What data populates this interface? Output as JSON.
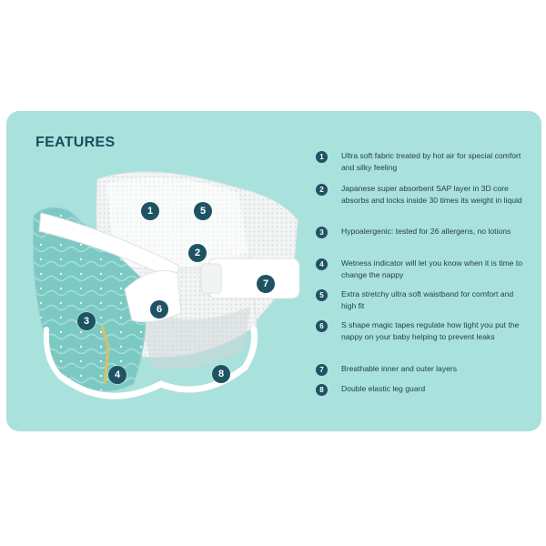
{
  "title": "FEATURES",
  "colors": {
    "panel": "#a9e1dc",
    "title": "#14515f",
    "badge": "#1e5363",
    "text": "#1f3f47"
  },
  "illustration": {
    "subject": "baby diaper (nappy)",
    "badges": [
      "1",
      "2",
      "3",
      "4",
      "5",
      "6",
      "7",
      "8"
    ]
  },
  "features": [
    {
      "num": "1",
      "text": "Ultra soft fabric treated by hot air for special comfort and silky feeling"
    },
    {
      "num": "2",
      "text": "Japanese super absorbent SAP layer in 3D core absorbs and locks inside 30 times its weight in liquid"
    },
    {
      "num": "3",
      "text": "Hypoalergenic: tested for 26 allergens, no lotions"
    },
    {
      "num": "4",
      "text": "Wetness indicator will let you know when it is time to change the nappy"
    },
    {
      "num": "5",
      "text": "Extra stretchy ultra soft waistband for comfort and high fit"
    },
    {
      "num": "6",
      "text": "S shape magic tapes regulate how tight you put the nappy on your baby helping to prevent leaks"
    },
    {
      "num": "7",
      "text": "Breathable inner and outer layers"
    },
    {
      "num": "8",
      "text": "Double elastic leg guard"
    }
  ]
}
